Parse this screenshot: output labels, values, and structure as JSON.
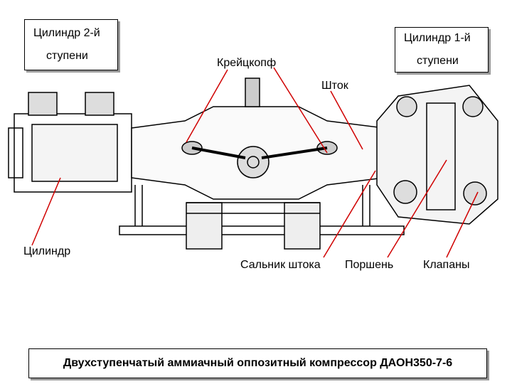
{
  "labels": {
    "cyl2_line1": "Цилиндр 2-й",
    "cyl2_line2": "ступени",
    "cyl1_line1": "Цилиндр 1-й",
    "cyl1_line2": "ступени",
    "crosshead": "Крейцкопф",
    "rod": "Шток",
    "cylinder": "Цилиндр",
    "gland": "Сальник штока",
    "piston": "Поршень",
    "valves": "Клапаны"
  },
  "caption": "Двухступенчатый аммиачный оппозитный компрессор ДАОН350-7-6",
  "colors": {
    "arrow": "#d00000",
    "line": "#000000"
  }
}
